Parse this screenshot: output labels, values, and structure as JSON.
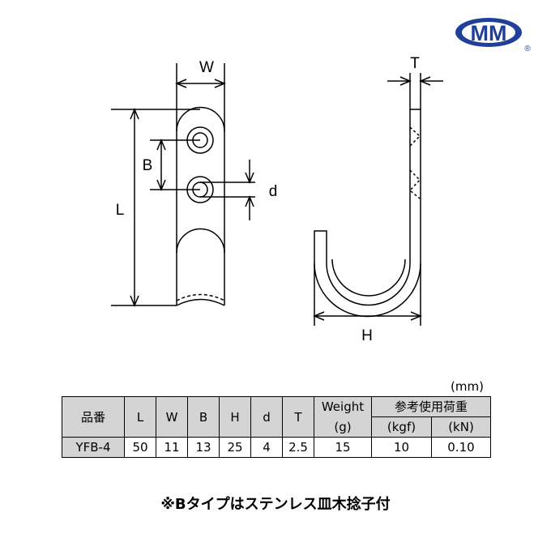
{
  "logo": {
    "text": "MM",
    "registered": "®",
    "color": "#1f3f99"
  },
  "drawing": {
    "labels": {
      "W": "W",
      "L": "L",
      "B": "B",
      "d": "d",
      "T": "T",
      "H": "H"
    }
  },
  "table": {
    "unit": "(mm)",
    "headers": {
      "part": "品番",
      "L": "L",
      "W": "W",
      "B": "B",
      "H": "H",
      "d": "d",
      "T": "T",
      "weight": "Weight",
      "weight_unit": "(g)",
      "load": "参考使用荷重",
      "load_kgf": "(kgf)",
      "load_kn": "(kN)"
    },
    "rows": [
      {
        "part": "YFB-4",
        "L": "50",
        "W": "11",
        "B": "13",
        "H": "25",
        "d": "4",
        "T": "2.5",
        "weight": "15",
        "kgf": "10",
        "kn": "0.10"
      }
    ]
  },
  "note": "※Bタイプはステンレス皿木捻子付"
}
